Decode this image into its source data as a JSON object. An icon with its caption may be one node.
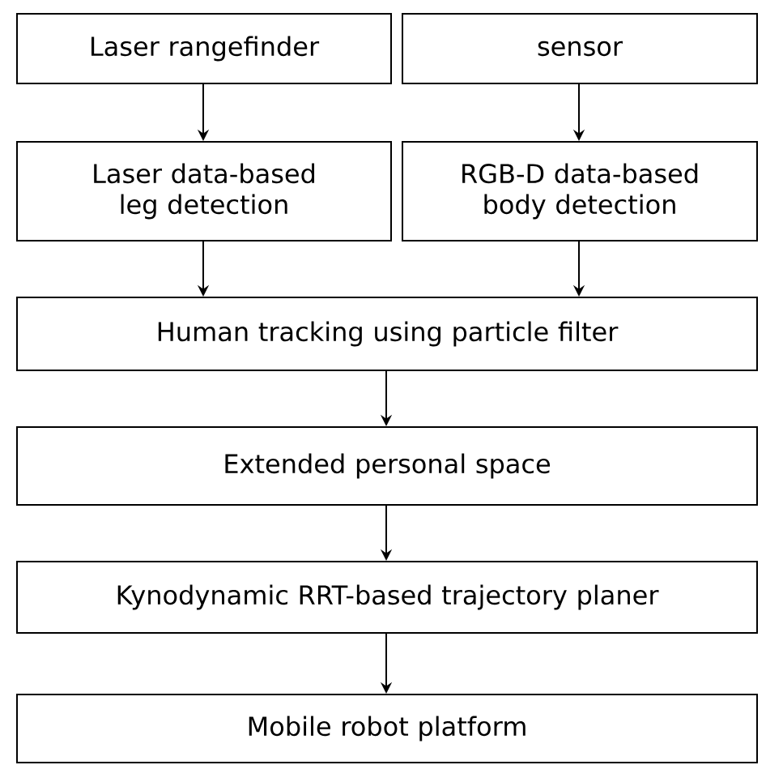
{
  "diagram": {
    "nodes": [
      {
        "text": [
          "Laser rangefinder"
        ]
      },
      {
        "text": [
          "sensor"
        ]
      },
      {
        "text": [
          "Laser data-based leg detection"
        ]
      },
      {
        "text": [
          "RGB-D data-based body detection"
        ]
      },
      {
        "text": [
          "Human tracking using particle filter"
        ]
      },
      {
        "text": [
          "Extended personal space"
        ]
      },
      {
        "text": [
          "Kynodynamic RRT-based trajectory planer"
        ]
      },
      {
        "text": [
          "Mobile robot platform"
        ]
      }
    ],
    "edges": [
      {
        "from": 0,
        "to": 2,
        "arrow": "to"
      },
      {
        "from": 1,
        "to": 3,
        "arrow": "to"
      },
      {
        "from": 2,
        "to": 4,
        "arrow": "to"
      },
      {
        "from": 3,
        "to": 4,
        "arrow": "to"
      },
      {
        "from": 4,
        "to": 5,
        "arrow": "to"
      },
      {
        "from": 5,
        "to": 6,
        "arrow": "to"
      },
      {
        "from": 6,
        "to": 7,
        "arrow": "to"
      }
    ]
  }
}
